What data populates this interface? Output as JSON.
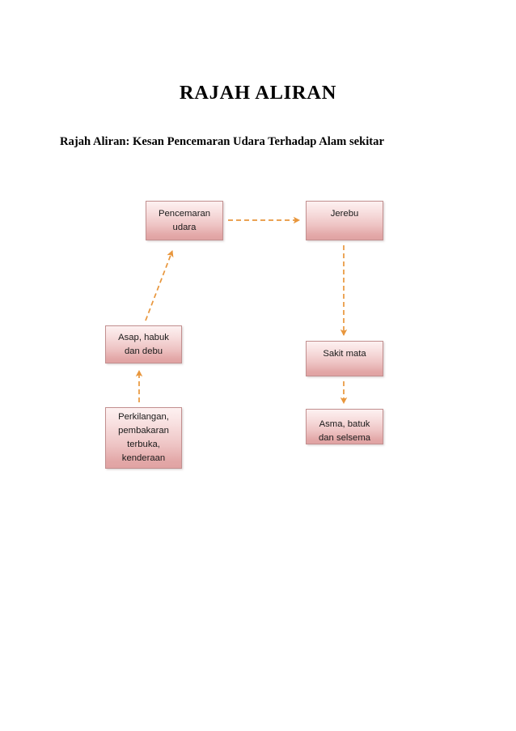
{
  "document": {
    "title": "RAJAH ALIRAN",
    "subtitle": "Rajah Aliran:  Kesan Pencemaran Udara Terhadap Alam sekitar"
  },
  "theme": {
    "node_border": "#c28f8f",
    "node_fill_top": "#fdf1f1",
    "node_fill_bottom": "#e0a3a3",
    "connector": "#e8963c",
    "text": "#1a1a1a",
    "page_background": "#ffffff"
  },
  "flowchart": {
    "nodes": [
      {
        "id": "pencemaran-udara",
        "lines": [
          "Pencemaran",
          "udara"
        ],
        "line1": "Pencemaran",
        "line2": "udara"
      },
      {
        "id": "jerebu",
        "lines": [
          "Jerebu"
        ],
        "line1": "Jerebu"
      },
      {
        "id": "asap-habuk",
        "lines": [
          "Asap, habuk",
          "dan debu"
        ],
        "line1": "Asap, habuk",
        "line2": "dan debu"
      },
      {
        "id": "perkilangan",
        "lines": [
          "Perkilangan,",
          "pembakaran",
          "terbuka,",
          "kenderaan"
        ],
        "line1": "Perkilangan,",
        "line2": "pembakaran",
        "line3": "terbuka,",
        "line4": "kenderaan"
      },
      {
        "id": "sakit-mata",
        "lines": [
          "Sakit mata"
        ],
        "line1": "Sakit mata"
      },
      {
        "id": "asma-batuk",
        "lines": [
          "Asma, batuk",
          "dan selsema"
        ],
        "line1": "Asma, batuk",
        "line2": "dan selsema"
      }
    ],
    "connectors": [
      {
        "id": "pencemaran-to-jerebu",
        "from": "pencemaran-udara",
        "to": "jerebu",
        "style": "dashed",
        "direction": "right",
        "color": "#e8963c"
      },
      {
        "id": "jerebu-to-sakit-mata",
        "from": "jerebu",
        "to": "sakit-mata",
        "style": "dashed",
        "direction": "down",
        "color": "#e8963c"
      },
      {
        "id": "sakit-mata-to-asma-batuk",
        "from": "sakit-mata",
        "to": "asma-batuk",
        "style": "dashed",
        "direction": "down",
        "color": "#e8963c"
      },
      {
        "id": "asap-to-pencemaran",
        "from": "asap-habuk",
        "to": "pencemaran-udara",
        "style": "dashed",
        "direction": "up-right",
        "color": "#e8963c"
      },
      {
        "id": "perkilangan-to-asap",
        "from": "perkilangan",
        "to": "asap-habuk",
        "style": "dashed",
        "direction": "up",
        "color": "#e8963c"
      }
    ]
  }
}
